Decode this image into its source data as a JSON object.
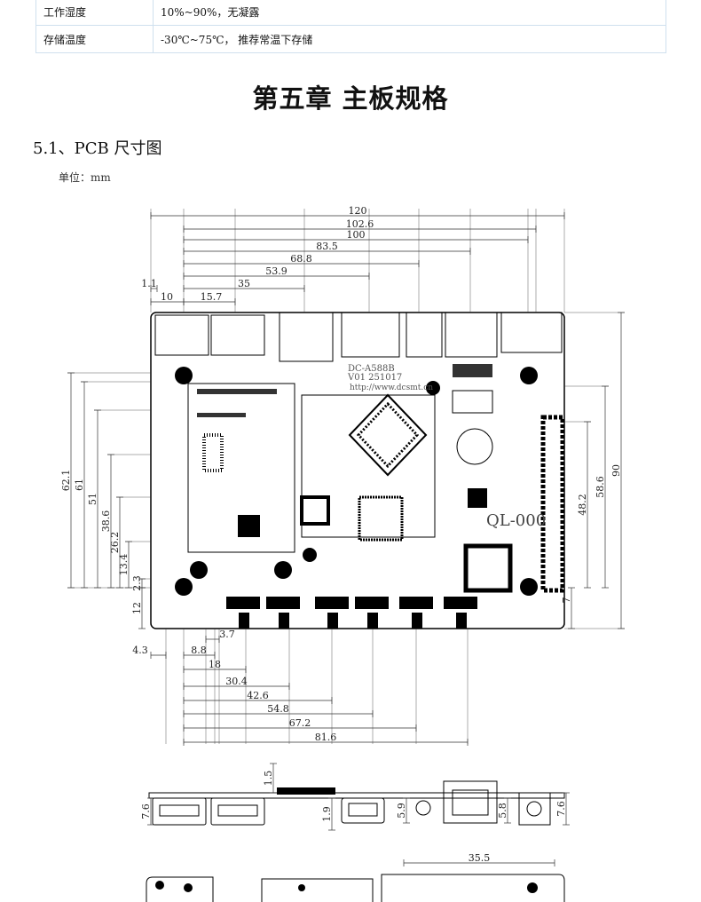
{
  "spec_table": [
    {
      "label": "工作湿度",
      "value": "10%~90%，无凝露"
    },
    {
      "label": "存储温度",
      "value": "-30℃~75℃， 推荐常温下存储"
    }
  ],
  "chapter_title": "第五章  主板规格",
  "section_title": "5.1、PCB 尺寸图",
  "unit_label": "单位：mm",
  "board_labels": {
    "model": "DC-A588B",
    "version": "V01 251017",
    "url": "http://www.dcsmt.cn",
    "mark": "QL-000"
  },
  "dimensions": {
    "top": [
      "120",
      "102.6",
      "100",
      "83.5",
      "68.8",
      "53.9",
      "35",
      "1.1",
      "10",
      "15.7"
    ],
    "left": [
      "62.1",
      "61",
      "51",
      "38.6",
      "26.2",
      "13.4",
      "2.3",
      "12"
    ],
    "right": [
      "90",
      "58.6",
      "48.2",
      "7"
    ],
    "bottom": [
      "3.7",
      "4.3",
      "8.8",
      "18",
      "30.4",
      "42.6",
      "54.8",
      "67.2",
      "81.6"
    ],
    "side": [
      "1.5",
      "7.6",
      "1.9",
      "5.9",
      "5.8",
      "7.6"
    ],
    "lower": [
      "35.5"
    ]
  }
}
